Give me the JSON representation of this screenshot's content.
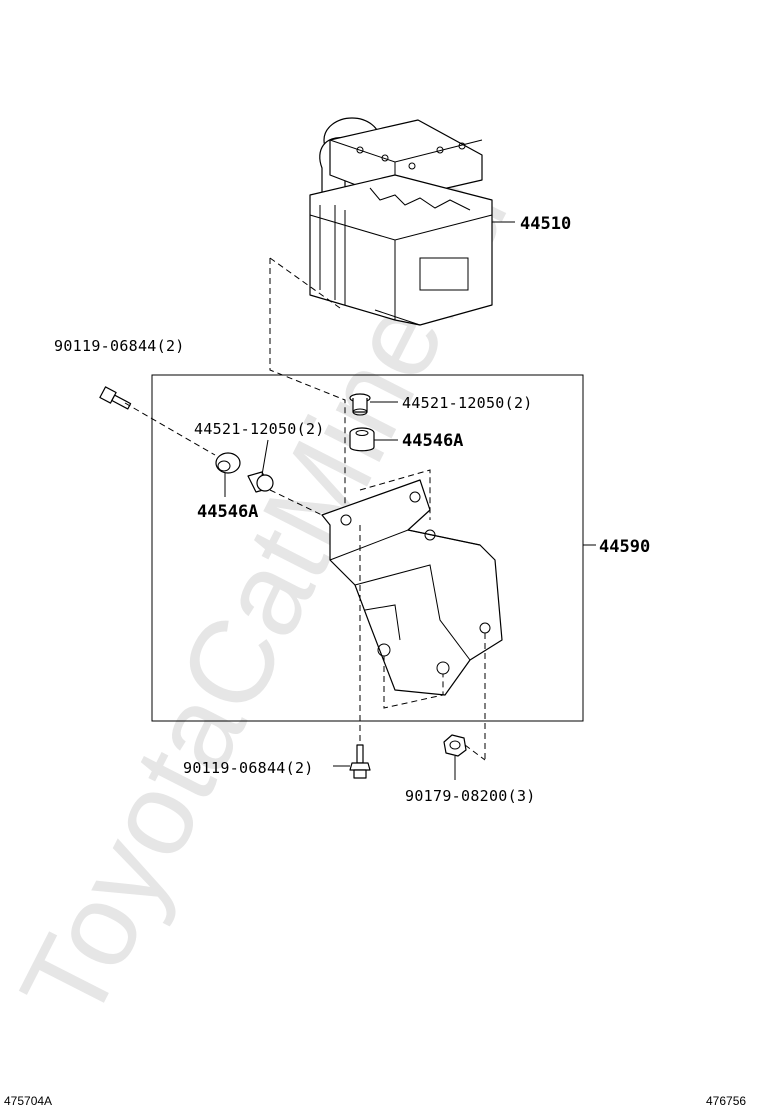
{
  "watermark": "ToyotaCatMine.ru",
  "labels": {
    "actuator": "44510",
    "bracket": "44590",
    "bolt_upper_left": "90119-06844(2)",
    "collar_upper_right": "44521-12050(2)",
    "cushion_upper_right": "44546A",
    "collar_left": "44521-12050(2)",
    "cushion_left": "44546A",
    "bolt_lower": "90119-06844(2)",
    "nut_lower": "90179-08200(3)"
  },
  "footer": {
    "left_code": "475704A",
    "right_code": "476756"
  },
  "icons": [
    "abs-actuator-icon",
    "bracket-icon",
    "bolt-icon",
    "collar-icon",
    "cushion-icon",
    "nut-icon"
  ]
}
